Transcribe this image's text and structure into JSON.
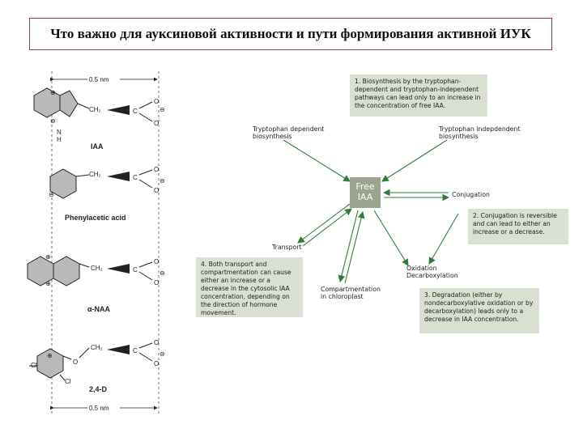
{
  "title": "Что важно для ауксиновой активности и пути формирования активной ИУК",
  "molecules": {
    "scale_top": "0.5 nm",
    "scale_bottom": "0.5 nm",
    "names": [
      "IAA",
      "Phenylacetic acid",
      "α-NAA",
      "2,4-D"
    ],
    "ch2": "CH₂",
    "c": "C",
    "o": "O",
    "nh": "N\nH",
    "cl": "Cl",
    "plus": "⊕",
    "minus": "⊖"
  },
  "diagram": {
    "center": "Free IAA",
    "center_line1": "Free",
    "center_line2": "IAA",
    "tryp_dep": "Tryptophan dependent biosynthesis",
    "tryp_dep_l1": "Tryptophan dependent",
    "tryp_dep_l2": "biosynthesis",
    "tryp_indep_l1": "Tryptophan indepdendent",
    "tryp_indep_l2": "biosynthesis",
    "conjugation": "Conjugation",
    "transport": "Transport",
    "compart_l1": "Compartmentation",
    "compart_l2": "in chloroplast",
    "oxid_l1": "Oxidation",
    "oxid_l2": "Decarboxylation",
    "note1": "1. Biosynthesis by the tryptophan-dependent and tryptophan-independent pathways can lead only to an increase in the concentration of free IAA.",
    "note2": "2. Conjugation is reversible and can lead to either an increase or a decrease.",
    "note3": "3. Degradation (either by nondecarboxylative oxidation or by decarboxylation) leads only to a decrease in IAA concentration.",
    "note4": "4. Both transport and compartmentation can cause either an increase or a decrease in the cytosolic IAA concentration, depending on the direction of hormone movement."
  },
  "colors": {
    "arrow": "#2e7d3e",
    "box": "#d9dfd1",
    "center": "#9aa48e",
    "title_border": "#8a3a5a"
  }
}
